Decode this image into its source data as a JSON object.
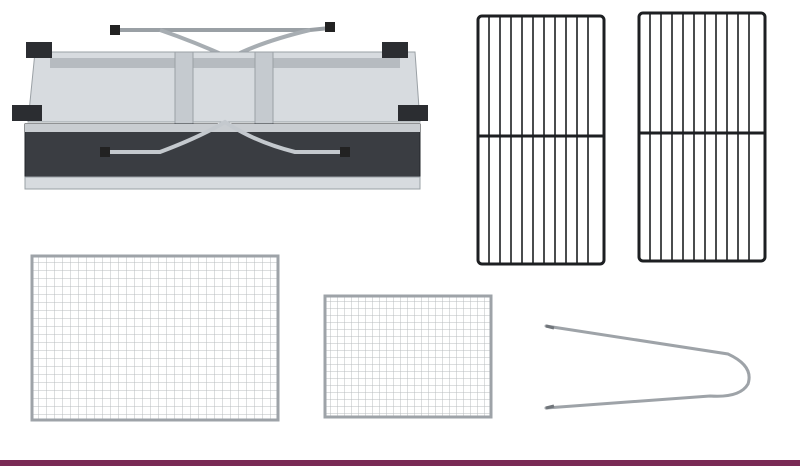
{
  "scene": {
    "kind": "product-photo",
    "background": "#ffffff",
    "accent_band_color": "#7a2a55",
    "items": [
      {
        "id": "folded-grill",
        "icon": "folded-bbq-grill-icon",
        "colors": {
          "steel": "#c9cdd1",
          "dark": "#3a3d42"
        }
      },
      {
        "id": "cooling-rack-left",
        "icon": "wire-rack-icon",
        "colors": {
          "wire": "#1d1f22"
        }
      },
      {
        "id": "cooling-rack-right",
        "icon": "wire-rack-icon",
        "colors": {
          "wire": "#1d1f22"
        }
      },
      {
        "id": "mesh-large",
        "icon": "mesh-grate-icon",
        "colors": {
          "wire": "#b9bcbf"
        }
      },
      {
        "id": "mesh-small",
        "icon": "mesh-grate-icon",
        "colors": {
          "wire": "#b9bcbf"
        }
      },
      {
        "id": "tongs",
        "icon": "tongs-icon",
        "colors": {
          "steel": "#9ea3a8"
        }
      }
    ]
  }
}
